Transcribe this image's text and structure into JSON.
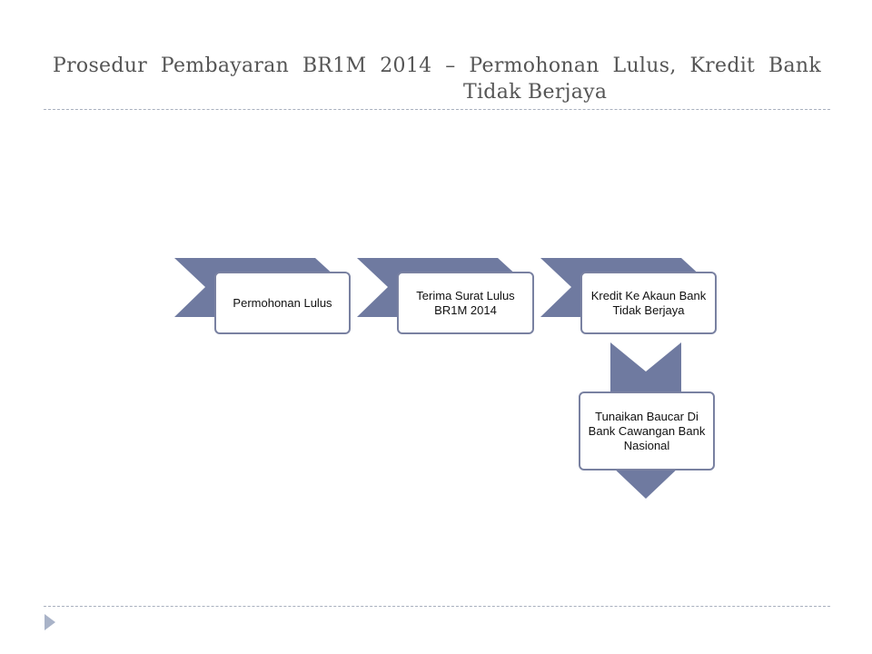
{
  "slide": {
    "title_line1": "Prosedur Pembayaran BR1M 2014 – Permohonan Lulus, Kredit Bank",
    "title_line2": "Tidak Berjaya"
  },
  "process": {
    "steps": [
      {
        "label": "Permohonan Lulus"
      },
      {
        "label": "Terima Surat  Lulus BR1M 2014"
      },
      {
        "label": "Kredit  Ke Akaun Bank Tidak Berjaya"
      },
      {
        "label": "Tunaikan Baucar Di Bank Cawangan Bank Nasional"
      }
    ]
  },
  "colors": {
    "arrow_fill": "#6f7aa0",
    "box_border": "#7981a1",
    "title_text": "#555555",
    "rule": "#a8b0be",
    "slide_marker": "#a9b3c8"
  }
}
